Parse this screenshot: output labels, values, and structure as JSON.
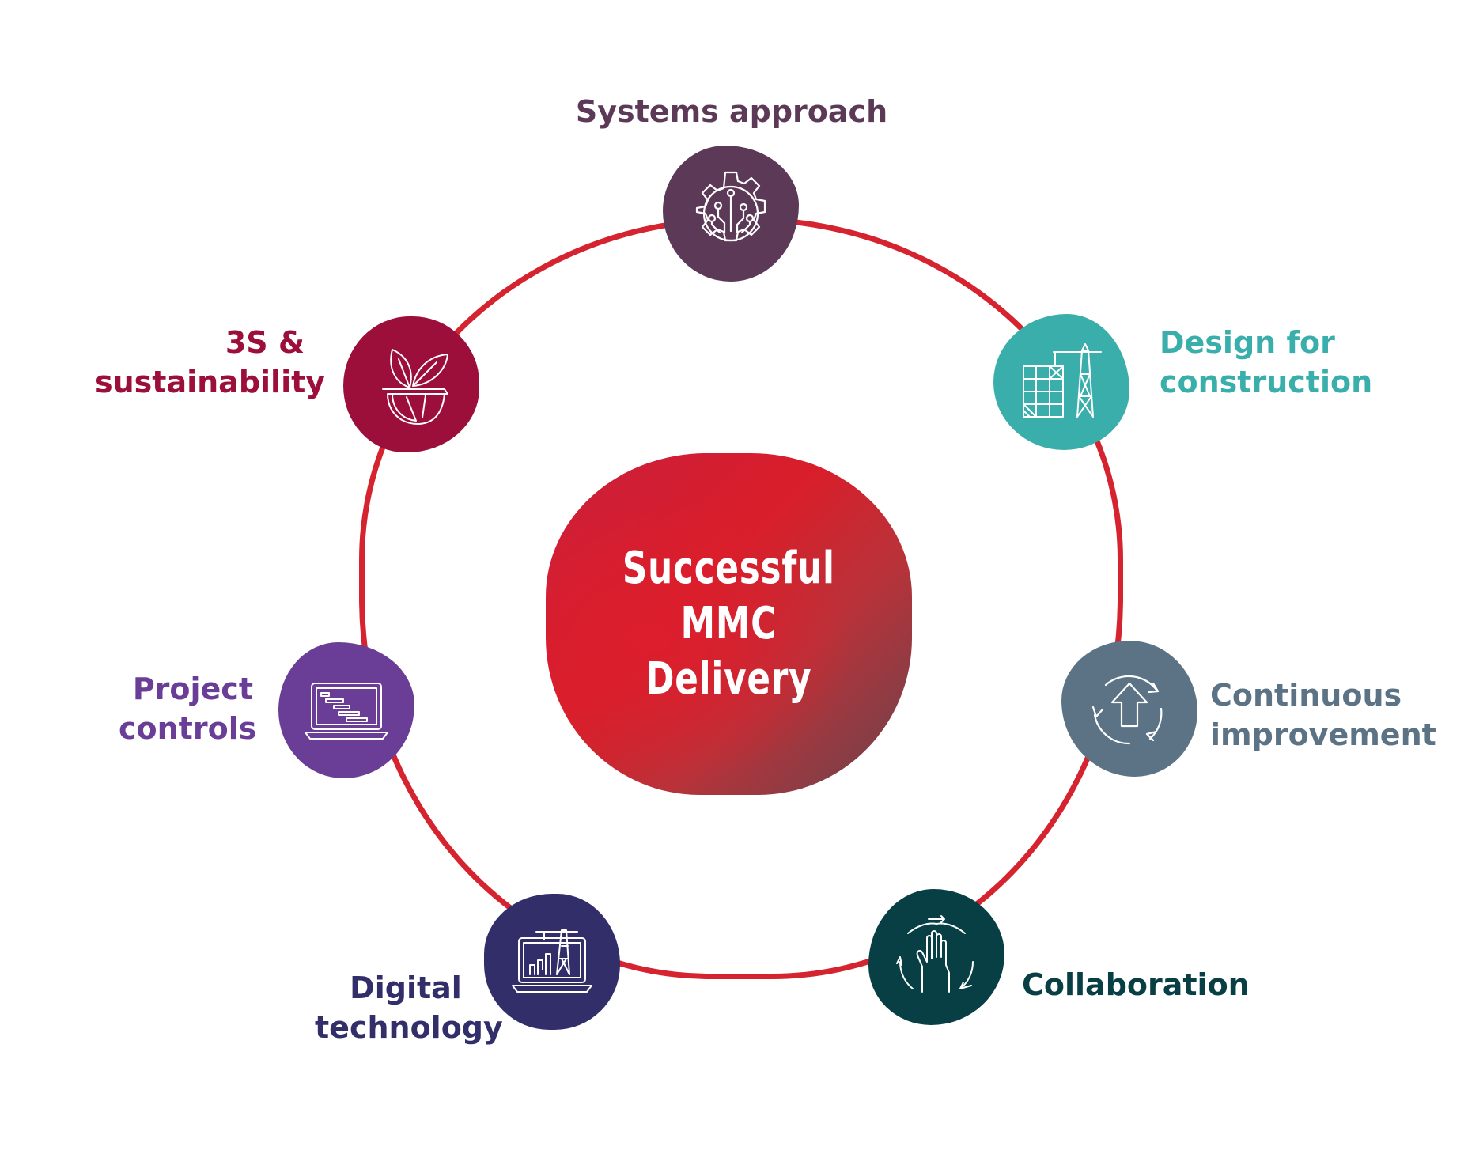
{
  "center": {
    "lines": [
      "Successful",
      "MMC",
      "Delivery"
    ]
  },
  "colors": {
    "ring": "#d5242f",
    "systems": "#5c3a57",
    "design": "#3aaeab",
    "continuous": "#5b7384",
    "collaboration": "#073f44",
    "digital": "#322e6a",
    "project": "#6a3d96",
    "sustainability": "#9c0f3a"
  },
  "nodes": {
    "systems": {
      "icon": "gear-circuit-icon",
      "lines": [
        "Systems approach"
      ]
    },
    "design": {
      "icon": "crane-grid-icon",
      "lines": [
        "Design for",
        "construction"
      ]
    },
    "continuous": {
      "icon": "cycle-arrow-up-icon",
      "lines": [
        "Continuous",
        "improvement"
      ]
    },
    "collaboration": {
      "icon": "hands-together-icon",
      "lines": [
        "Collaboration"
      ]
    },
    "digital": {
      "icon": "laptop-chart-crane-icon",
      "lines": [
        "Digital",
        "technology"
      ]
    },
    "project": {
      "icon": "laptop-gantt-icon",
      "lines": [
        "Project",
        "controls"
      ]
    },
    "sustainability": {
      "icon": "leaves-hardhat-icon",
      "lines": [
        "3S &",
        "sustainability"
      ]
    }
  }
}
